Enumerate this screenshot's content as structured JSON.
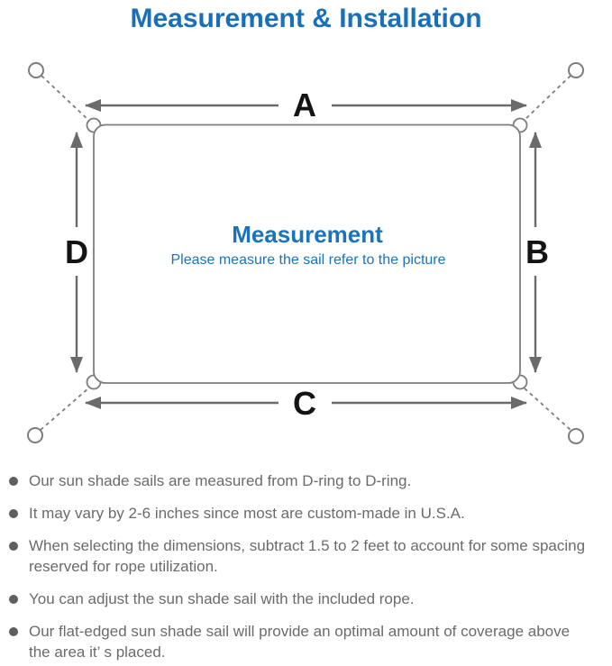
{
  "title": "Measurement & Installation",
  "colors": {
    "accent_blue": "#1a70b8",
    "diagram_line_gray": "#7d7d7d",
    "arrow_gray": "#6b6b6b",
    "body_text_gray": "#6b6b6b",
    "label_black": "#141414"
  },
  "diagram": {
    "center_heading": "Measurement",
    "center_subtitle": "Please measure the sail refer to the picture",
    "labels": {
      "top": "A",
      "right": "B",
      "bottom": "C",
      "left": "D"
    }
  },
  "bullets": [
    "Our sun shade sails are measured from D-ring to D-ring.",
    "It may vary by 2-6 inches since most are custom-made in U.S.A.",
    "When selecting the dimensions, subtract 1.5 to 2 feet to account for some spacing\nreserved for rope utilization.",
    "You can adjust the sun shade sail with the included rope.",
    "Our flat-edged sun shade sail will provide an optimal amount of coverage above\nthe area it’ s placed."
  ]
}
